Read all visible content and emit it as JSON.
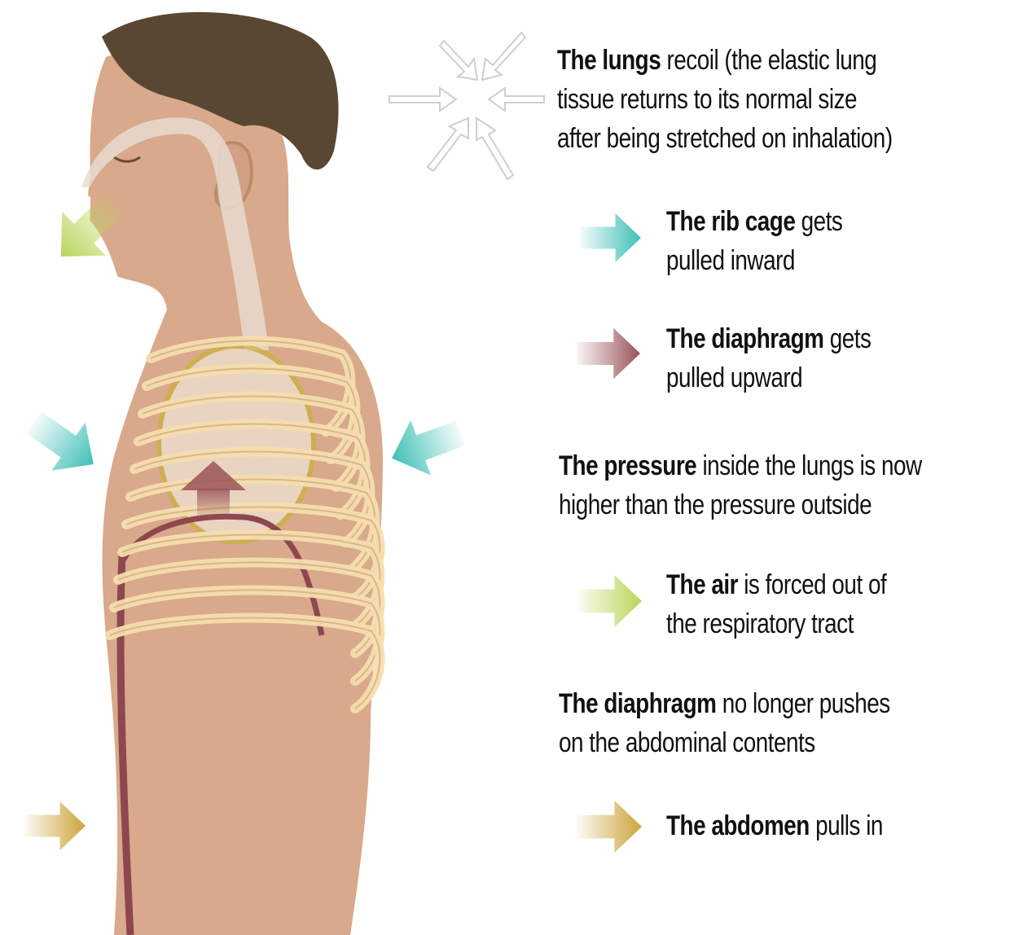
{
  "captions": {
    "lungs": {
      "bold": "The lungs",
      "rest_line1": " recoil (the elastic lung",
      "line2": "tissue returns to its normal size",
      "line3": "after being stretched on inhalation)"
    },
    "ribcage": {
      "bold": "The rib cage",
      "rest_line1": " gets",
      "line2": "pulled inward"
    },
    "diaphragm_up": {
      "bold": "The diaphragm",
      "rest_line1": " gets",
      "line2": "pulled upward"
    },
    "pressure": {
      "bold": "The pressure",
      "rest_line1": " inside the lungs is now",
      "line2": "higher than the pressure outside"
    },
    "air": {
      "bold": "The air",
      "rest_line1": " is forced out of",
      "line2": "the respiratory tract"
    },
    "diaphragm_push": {
      "bold": "The diaphragm",
      "rest_line1": " no longer pushes",
      "line2": "on the abdominal contents"
    },
    "abdomen": {
      "bold": "The abdomen",
      "rest_line1": " pulls in"
    }
  },
  "legend_arrows": [
    {
      "name": "ribcage",
      "color": "#3fbfb6"
    },
    {
      "name": "diaphragm",
      "color": "#9a5358"
    },
    {
      "name": "air",
      "color": "#b9d65a"
    },
    {
      "name": "abdomen",
      "color": "#cda43c"
    }
  ],
  "colors": {
    "skin": "#d8a98a",
    "hair": "#5a4733",
    "rib": "#f6ddb0",
    "lung_outline": "#c9b23a",
    "diaphragm": "#8e4750",
    "airway": "#e7dccf"
  }
}
